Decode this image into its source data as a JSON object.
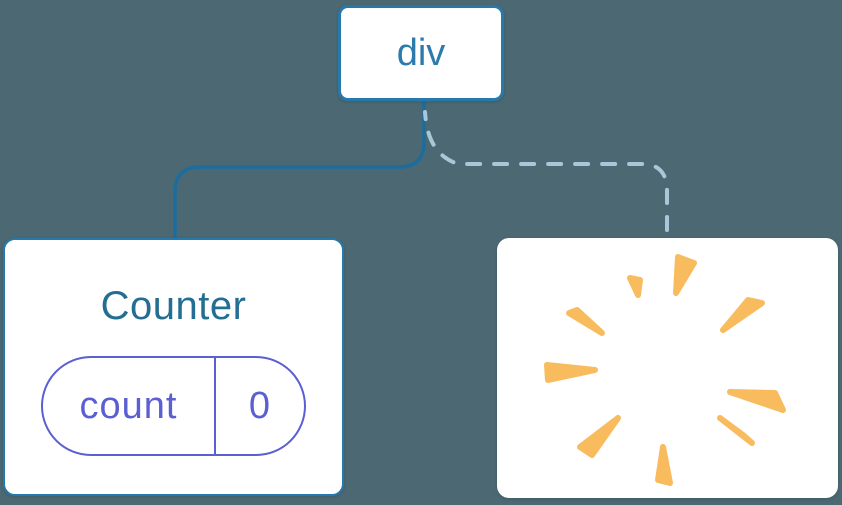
{
  "diagram": {
    "description": "React component tree diagram: div root with solid edge to preserved Counter component (state pill count=0) and dashed edge to a removed component shown as a poof burst",
    "background": "#4C6973",
    "root_node": {
      "label": "div"
    },
    "left_node": {
      "title": "Counter",
      "state_pill": {
        "key": "count",
        "value": "0"
      }
    },
    "right_node": {
      "icon": "poof-icon"
    },
    "colors": {
      "node_border": "#2779AB",
      "root_label": "#2B7BAD",
      "counter_title": "#246E94",
      "pill": "#5B5FD1",
      "solid_line": "#1D6C9E",
      "dashed_line": "#A9C7D9",
      "poof": "#F8BC5E"
    }
  }
}
